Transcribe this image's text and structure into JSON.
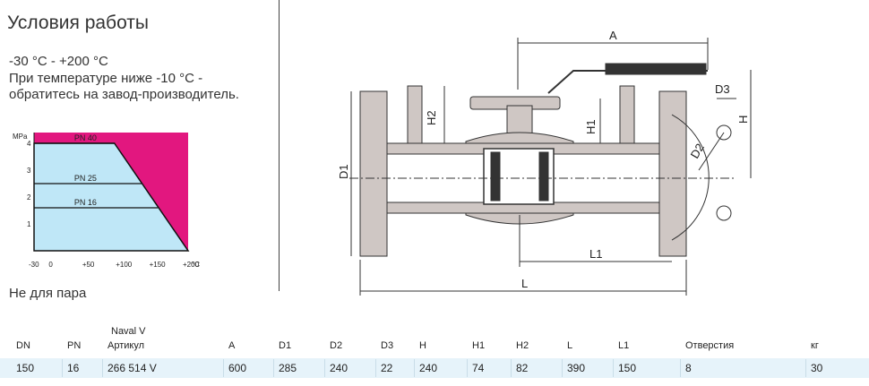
{
  "conditions": {
    "title": "Условия работы",
    "temp_range": "-30 °C - +200 °C",
    "note_line1": "При температуре ниже -10 °C -",
    "note_line2": "обратитесь на завод-производитель."
  },
  "chart_data": {
    "type": "area",
    "ylabel": "MPa",
    "xlabel_unit": "°C",
    "y_ticks": [
      "1",
      "2",
      "3",
      "4"
    ],
    "x_ticks": [
      "-30",
      "0",
      "+50",
      "+100",
      "+150",
      "+200"
    ],
    "x_tick_values": [
      -30,
      0,
      50,
      100,
      150,
      200
    ],
    "xlim": [
      -30,
      200
    ],
    "ylim": [
      0,
      4.4
    ],
    "allowed_region": [
      [
        -30,
        4.0
      ],
      [
        90,
        4.0
      ],
      [
        200,
        0
      ]
    ],
    "series": [
      {
        "name": "PN 40",
        "pressure": 4.0,
        "x": [
          -30,
          90
        ],
        "y": [
          4.0,
          4.0
        ]
      },
      {
        "name": "PN 25",
        "pressure": 2.5,
        "x": [
          -30,
          131
        ],
        "y": [
          2.5,
          2.5
        ]
      },
      {
        "name": "PN 16",
        "pressure": 1.6,
        "x": [
          -30,
          155
        ],
        "y": [
          1.6,
          1.6
        ]
      }
    ],
    "colors": {
      "allowed": "#bfe7f7",
      "forbidden": "#e2177f"
    }
  },
  "drawing_labels": {
    "A": "A",
    "H2": "H2",
    "H1": "H1",
    "D3": "D3",
    "H": "H",
    "D1": "D1",
    "D2": "D2",
    "L1": "L1",
    "L": "L"
  },
  "not_for_steam": "Не для пара",
  "table": {
    "header_sup": "Naval V",
    "headers": [
      "DN",
      "PN",
      "Артикул",
      "A",
      "D1",
      "D2",
      "D3",
      "H",
      "H1",
      "H2",
      "L",
      "L1",
      "Отверстия",
      "кг"
    ],
    "row": [
      "150",
      "16",
      "266 514 V",
      "600",
      "285",
      "240",
      "22",
      "240",
      "74",
      "82",
      "390",
      "150",
      "8",
      "30"
    ]
  }
}
